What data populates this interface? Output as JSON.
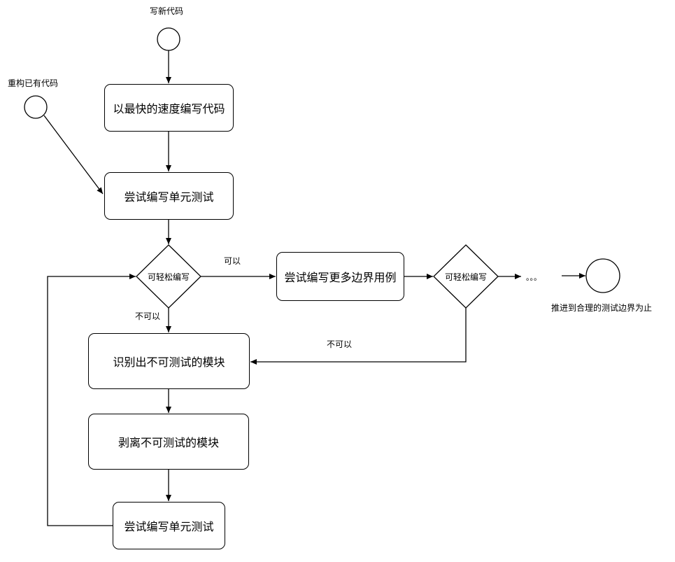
{
  "start_labels": {
    "new_code": "写新代码",
    "refactor_code": "重构已有代码"
  },
  "end_label": "推进到合理的测试边界为止",
  "boxes": {
    "write_fast": "以最快的速度编写代码",
    "try_unit_test_1": "尝试编写单元测试",
    "more_boundary": "尝试编写更多边界用例",
    "identify_untestable": "识别出不可测试的模块",
    "separate_untestable": "剥离不可测试的模块",
    "try_unit_test_2": "尝试编写单元测试"
  },
  "decisions": {
    "easy_1": "可轻松编写",
    "easy_2": "可轻松编写"
  },
  "edge_labels": {
    "yes": "可以",
    "no_1": "不可以",
    "no_2": "不可以"
  },
  "ellipsis": "。。。"
}
